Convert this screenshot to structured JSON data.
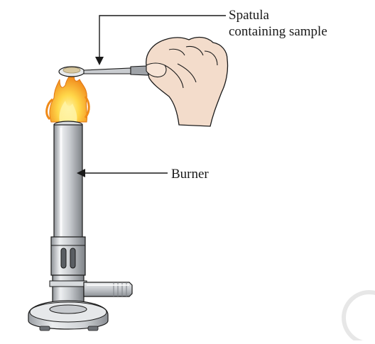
{
  "labels": {
    "spatula_line1": "Spatula",
    "spatula_line2": "containing sample",
    "burner": "Burner"
  },
  "icons": {
    "flame": "flame-icon",
    "hand": "hand-icon",
    "spatula": "spatula-icon",
    "burner": "bunsen-burner-icon",
    "watermark": "watermark-ring"
  },
  "colors": {
    "line": "#1a1a1a",
    "flame_outer": "#f28c1e",
    "flame_inner": "#ffd84a",
    "metal_light": "#e4e6e8",
    "metal_mid": "#b9bcc0",
    "metal_dark": "#7e8287",
    "skin": "#f2d9c6",
    "sample": "#d8c8a0"
  }
}
